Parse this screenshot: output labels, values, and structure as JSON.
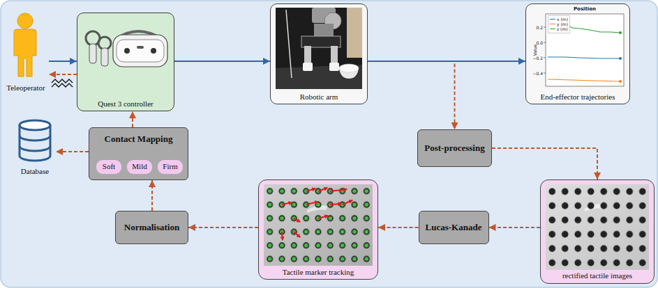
{
  "diagram": {
    "nodes": [
      {
        "text": [
          "Teleoperator"
        ]
      },
      {
        "text": [
          "Quest 3 controller"
        ]
      },
      {
        "text": [
          "Robotic arm"
        ]
      },
      {
        "text": [
          "End-effector trajectories"
        ]
      },
      {
        "text": [
          "Database"
        ]
      },
      {
        "text": [
          "Contact Mapping"
        ]
      },
      {
        "text": [
          "Soft"
        ],
        "in": 5
      },
      {
        "text": [
          "Mild"
        ],
        "in": 5
      },
      {
        "text": [
          "Firm"
        ],
        "in": 5
      },
      {
        "text": [
          "Post-processing"
        ]
      },
      {
        "text": [
          "Normalisation"
        ]
      },
      {
        "text": [
          "Tactile marker tracking"
        ]
      },
      {
        "text": [
          "Lucas-Kanade"
        ]
      },
      {
        "text": [
          "rectified tactile images"
        ]
      }
    ],
    "edges": [
      {
        "from": 0,
        "to": 1,
        "arrow": "to"
      },
      {
        "from": 1,
        "to": 0,
        "arrow": "to"
      },
      {
        "from": 1,
        "to": 2,
        "arrow": "to"
      },
      {
        "from": 2,
        "to": 9,
        "arrow": "to"
      },
      {
        "from": 2,
        "to": 3,
        "arrow": "to"
      },
      {
        "from": 9,
        "to": 13,
        "arrow": "to"
      },
      {
        "from": 13,
        "to": 12,
        "arrow": "to"
      },
      {
        "from": 12,
        "to": 11,
        "arrow": "to"
      },
      {
        "from": 11,
        "to": 10,
        "arrow": "to"
      },
      {
        "from": 10,
        "to": 5,
        "arrow": "to"
      },
      {
        "from": 5,
        "to": 1,
        "arrow": "to"
      },
      {
        "from": 5,
        "to": 4,
        "arrow": "to"
      }
    ],
    "labels": [
      "Position",
      "Value",
      "0.2",
      "0.0",
      "−0.2",
      "−0.4"
    ],
    "legend": [
      {
        "text": "x (m)"
      },
      {
        "text": "y (m)"
      },
      {
        "text": "z (m)"
      }
    ]
  }
}
